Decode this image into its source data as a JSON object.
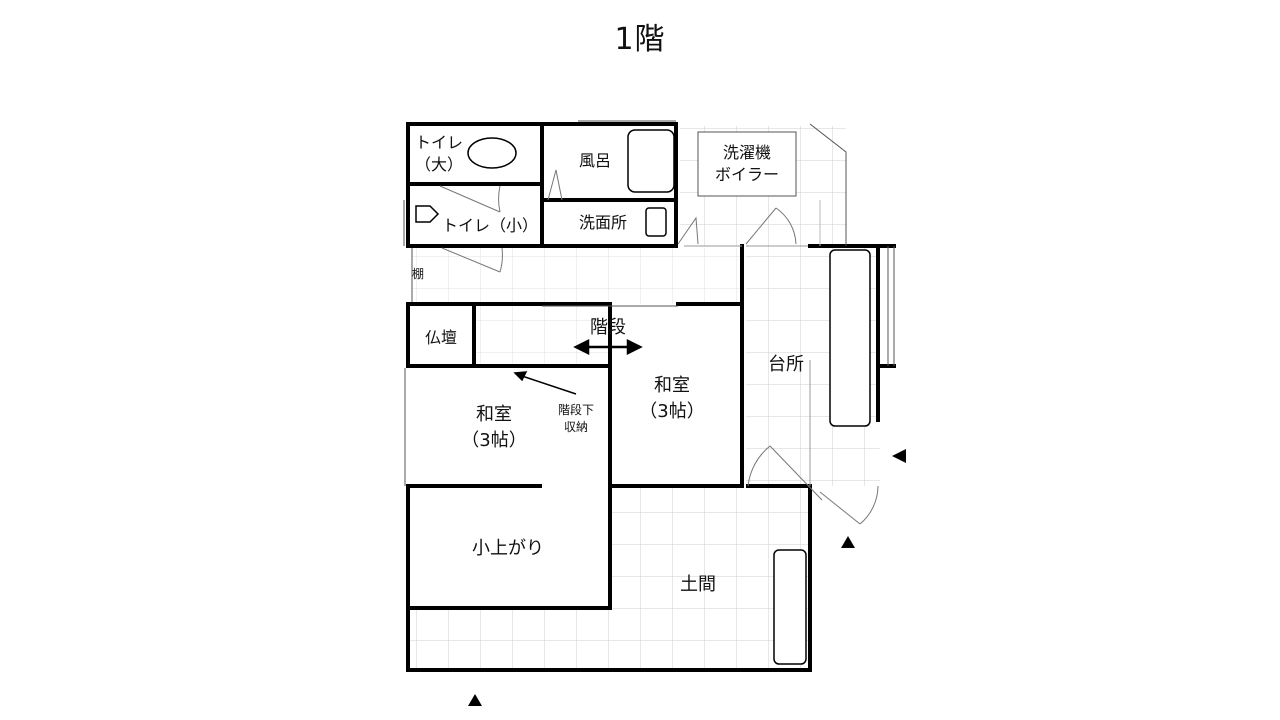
{
  "title": "1階",
  "rooms": {
    "toilet_large": [
      "トイレ",
      "（大）"
    ],
    "bath": "風呂",
    "laundry": [
      "洗濯機",
      "ボイラー"
    ],
    "toilet_small": "トイレ（小）",
    "washroom": "洗面所",
    "shelf": "棚",
    "altar": "仏壇",
    "stairs": "階段",
    "japanese_room_left": [
      "和室",
      "（3帖）"
    ],
    "under_stairs_storage": [
      "階段下",
      "収納"
    ],
    "japanese_room_right": [
      "和室",
      "（3帖）"
    ],
    "kitchen": "台所",
    "small_step_room": "小上がり",
    "earthen_floor": "土間"
  },
  "icons": {
    "entrance_marker": "triangle-marker",
    "stairs_arrow": "double-arrow"
  }
}
